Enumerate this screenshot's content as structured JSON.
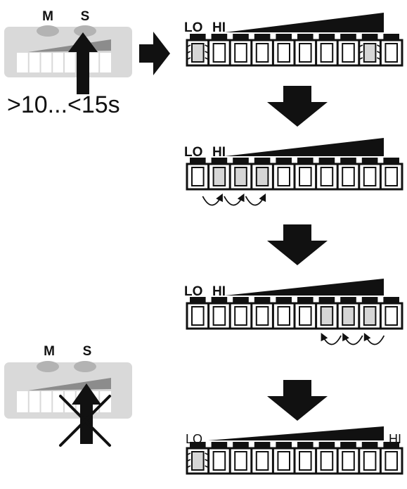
{
  "colors": {
    "device_body": "#d9d9d9",
    "device_button": "#b3b3b3",
    "segment_fill": "#d6d6d6",
    "ink": "#111111",
    "paper": "#ffffff"
  },
  "device_top": {
    "m_label": "M",
    "s_label": "S",
    "press_state": "pressed",
    "duration_label": ">10...<15s"
  },
  "device_bottom": {
    "m_label": "M",
    "s_label": "S",
    "press_state": "released"
  },
  "scales": [
    {
      "lo_label": "LO",
      "hi_label": "HI",
      "label_style": "bold",
      "highlighted_segments": [
        1,
        9
      ],
      "flicker_segments": [
        1,
        9
      ],
      "sweep_arrows": []
    },
    {
      "lo_label": "LO",
      "hi_label": "HI",
      "label_style": "bold",
      "highlighted_segments": [
        2,
        3,
        4
      ],
      "flicker_segments": [],
      "sweep_arrows": [
        "right",
        "right",
        "right"
      ]
    },
    {
      "lo_label": "LO",
      "hi_label": "HI",
      "label_style": "bold",
      "highlighted_segments": [
        7,
        8,
        9
      ],
      "flicker_segments": [],
      "sweep_arrows": [
        "left",
        "left",
        "left"
      ]
    },
    {
      "lo_label": "LO",
      "hi_label": "HI",
      "label_style": "regular",
      "highlighted_segments": [
        1
      ],
      "flicker_segments": [
        1
      ],
      "sweep_arrows": []
    }
  ],
  "segment_count": 10,
  "flow_arrows": [
    "right",
    "down",
    "down",
    "down"
  ]
}
